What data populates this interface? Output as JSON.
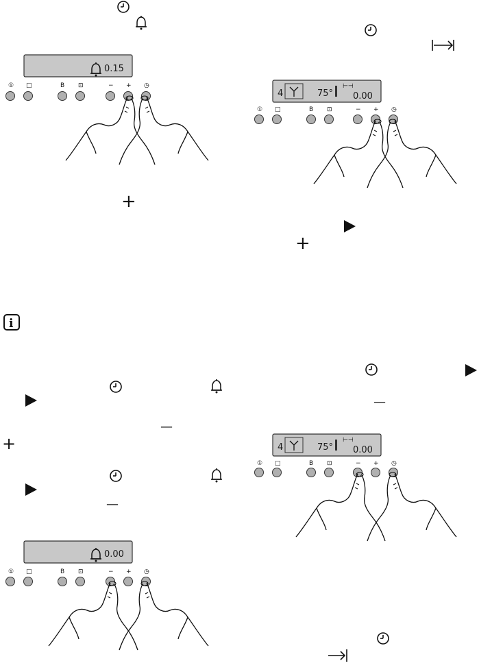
{
  "panels": [
    {
      "id": "alarm-set",
      "display": {
        "left": "",
        "temp": "",
        "right": "0.15"
      },
      "keys": [
        "①",
        "□",
        "B",
        "⊡",
        "−",
        "+",
        "◷"
      ],
      "pressed": [
        "+",
        "◷"
      ]
    },
    {
      "id": "duration-set",
      "display": {
        "left": "4",
        "temp": "75°",
        "right": "0.00"
      },
      "keys": [
        "①",
        "□",
        "B",
        "⊡",
        "−",
        "+",
        "◷"
      ],
      "pressed": [
        "+",
        "◷"
      ]
    },
    {
      "id": "alarm-reset",
      "display": {
        "left": "",
        "temp": "",
        "right": "0.00"
      },
      "keys": [
        "①",
        "□",
        "B",
        "⊡",
        "−",
        "+",
        "◷"
      ],
      "pressed": [
        "−",
        "◷"
      ]
    },
    {
      "id": "duration-reset",
      "display": {
        "left": "4",
        "temp": "75°",
        "right": "0.00"
      },
      "keys": [
        "①",
        "□",
        "B",
        "⊡",
        "−",
        "+",
        "◷"
      ],
      "pressed": [
        "−",
        "◷"
      ]
    }
  ],
  "symbols": {
    "plus": "+",
    "minus": "—",
    "info": "i"
  },
  "colors": {
    "key_fill": "#b0b0b0",
    "lcd_fill": "#c8c8c8",
    "ink": "#111111"
  }
}
